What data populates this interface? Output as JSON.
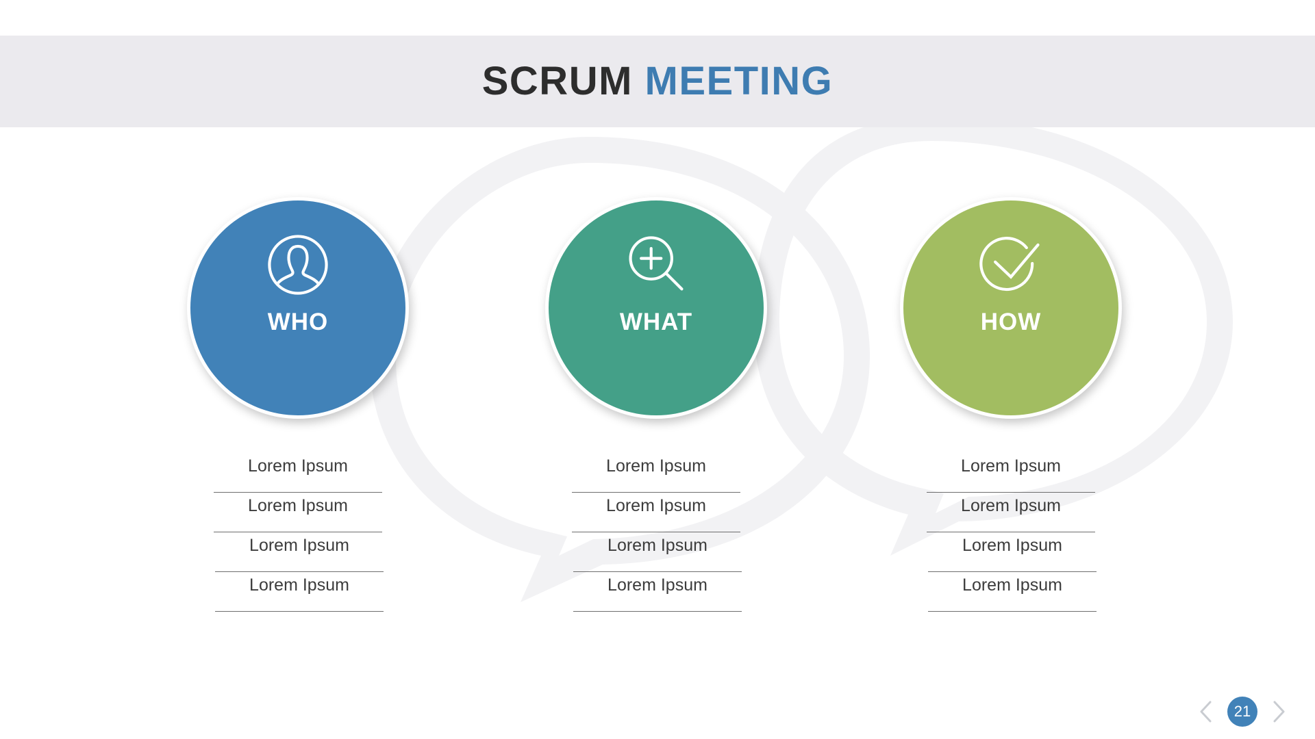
{
  "slide": {
    "page_number": "21",
    "background_color": "#ffffff"
  },
  "header": {
    "title_primary": "SCRUM",
    "title_accent": "MEETING",
    "banner_color": "#ebeaee",
    "primary_color": "#2d2d2d",
    "accent_color": "#3e7cb1"
  },
  "columns": [
    {
      "label": "WHO",
      "icon": "person-in-circle-icon",
      "color": "#4182b8",
      "items": [
        {
          "text": "Lorem Ipsum"
        },
        {
          "text": "Lorem Ipsum"
        },
        {
          "text": "Lorem Ipsum"
        },
        {
          "text": "Lorem Ipsum"
        }
      ]
    },
    {
      "label": "WHAT",
      "icon": "magnifier-plus-icon",
      "color": "#44a088",
      "items": [
        {
          "text": "Lorem Ipsum"
        },
        {
          "text": "Lorem Ipsum"
        },
        {
          "text": "Lorem Ipsum"
        },
        {
          "text": "Lorem Ipsum"
        }
      ]
    },
    {
      "label": "HOW",
      "icon": "check-in-circle-icon",
      "color": "#a2bd61",
      "items": [
        {
          "text": "Lorem Ipsum"
        },
        {
          "text": "Lorem Ipsum"
        },
        {
          "text": "Lorem Ipsum"
        },
        {
          "text": "Lorem Ipsum"
        }
      ]
    }
  ],
  "pager": {
    "prev_label": "chevron-left-icon",
    "next_label": "chevron-right-icon",
    "current": "21",
    "accent_color": "#4182b8",
    "arrow_color": "#c9ccd1"
  },
  "decor": {
    "bubble_color": "#f2f2f4"
  }
}
